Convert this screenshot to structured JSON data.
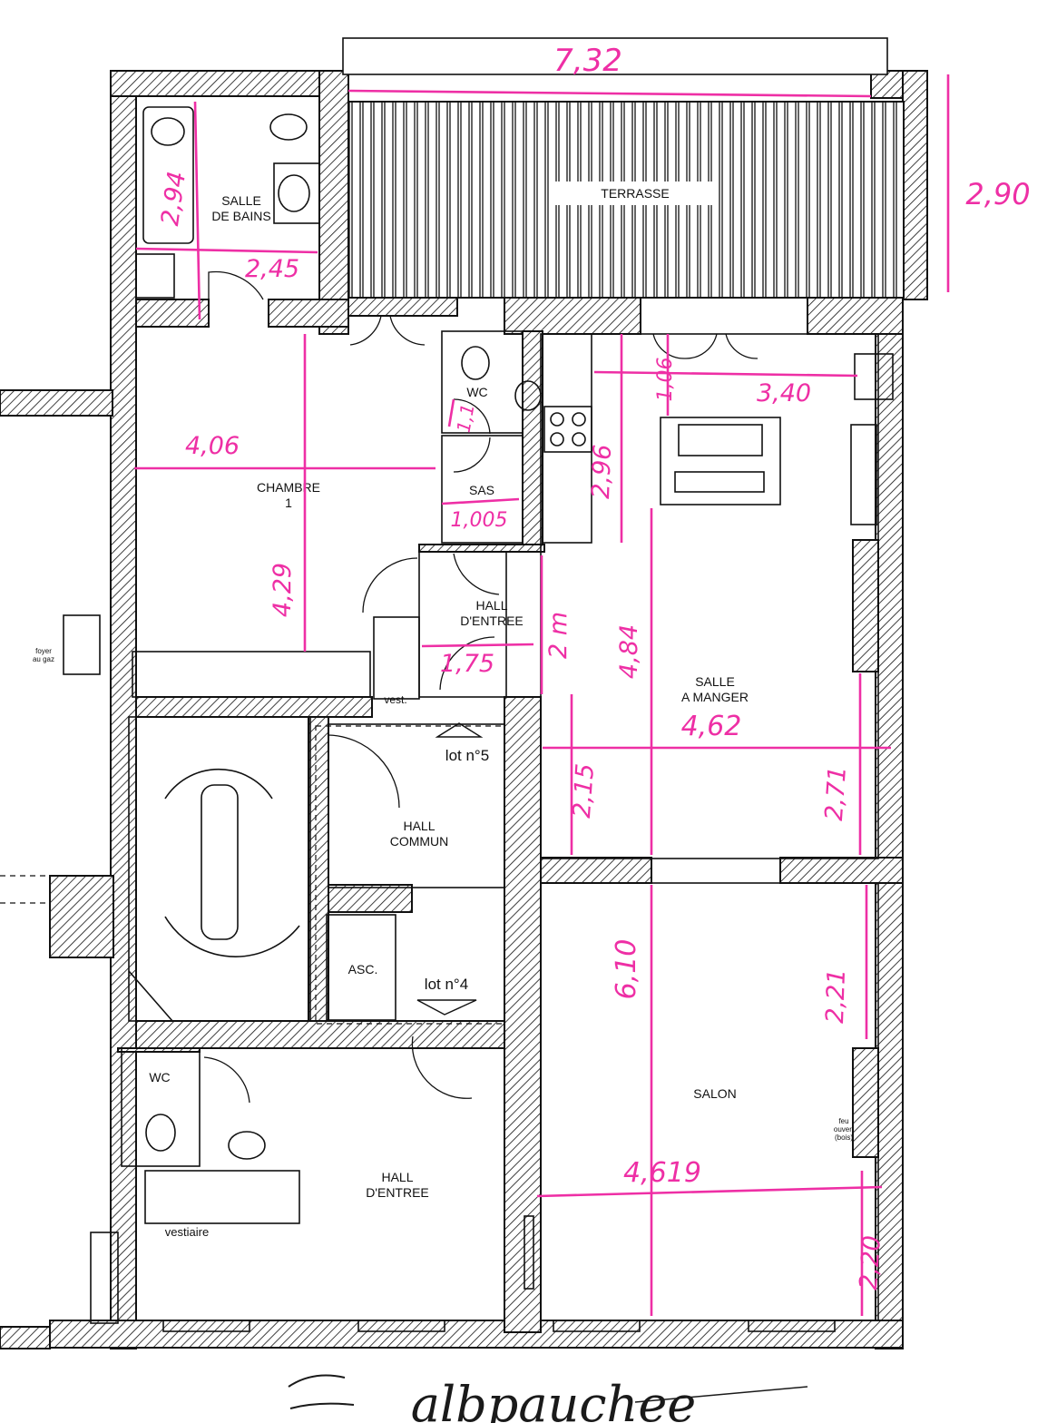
{
  "rooms": {
    "salle_de_bains": "SALLE\nDE BAINS",
    "terrasse": "TERRASSE",
    "wc_top": "WC",
    "sas": "SAS",
    "chambre": "CHAMBRE\n1",
    "hall_entree_top": "HALL\nD'ENTREE",
    "salle_a_manger": "SALLE\nA MANGER",
    "vest": "vest.",
    "lot5": "lot n°5",
    "hall_commun": "HALL\nCOMMUN",
    "asc": "ASC.",
    "lot4": "lot n°4",
    "wc_bottom": "WC",
    "hall_entree_bottom": "HALL\nD'ENTREE",
    "vestiaire": "vestiaire",
    "salon": "SALON",
    "foyer_gaz": "foyer\nau gaz",
    "feu_ouvert": "feu\nouvert\n(bois)"
  },
  "dimensions": {
    "top_width": "7,32",
    "terrace_height": "2,90",
    "bath_height": "2,94",
    "bath_width": "2,45",
    "chambre_width": "4,06",
    "chambre_height": "4,29",
    "wc_dim": "1,1",
    "sas_width": "1,005",
    "kitchen_top": "1,06",
    "kitchen_width": "3,40",
    "kitchen_height": "2,96",
    "hall_width": "1,75",
    "hall_height": "2 m",
    "dining_height": "4,84",
    "dining_width": "4,62",
    "dining_left_h": "2,15",
    "dining_right_h": "2,71",
    "salon_height": "6,10",
    "salon_right_upper": "2,21",
    "salon_width": "4,619",
    "salon_right_lower": "2,20"
  },
  "signature": "albpauchee",
  "colors": {
    "annotation": "#ee2fa5",
    "ink": "#111111"
  }
}
